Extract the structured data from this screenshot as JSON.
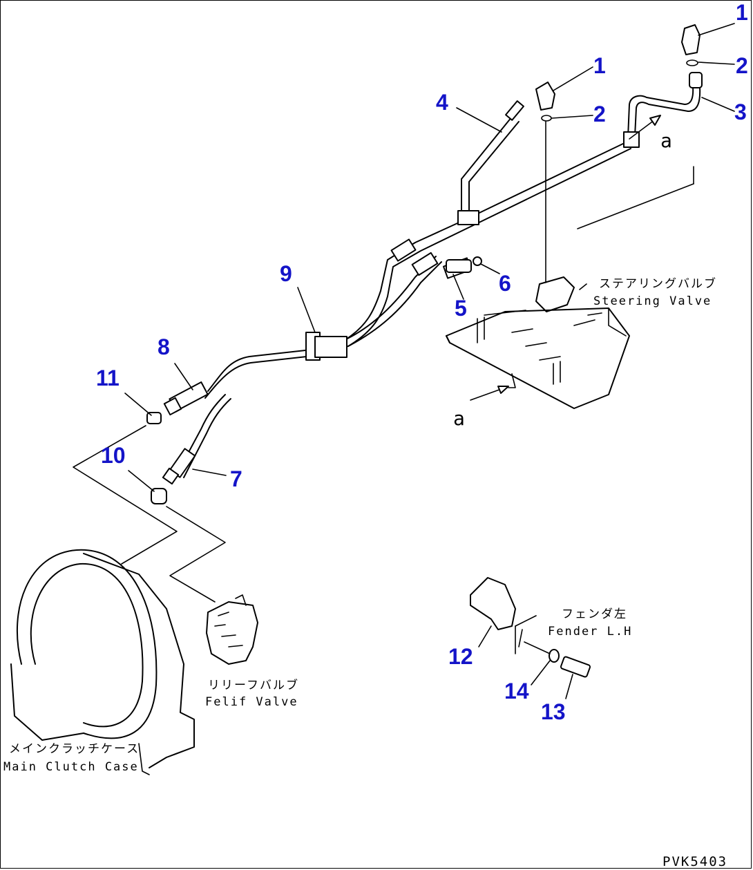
{
  "callouts": {
    "c1a": "1",
    "c2a": "2",
    "c3": "3",
    "c1b": "1",
    "c2b": "2",
    "c4": "4",
    "c5": "5",
    "c6": "6",
    "c7": "7",
    "c8": "8",
    "c9": "9",
    "c10": "10",
    "c11": "11",
    "c12": "12",
    "c13": "13",
    "c14": "14"
  },
  "labels": {
    "steering_valve_jp": "ステアリングバルブ",
    "steering_valve_en": "Steering Valve",
    "fender_jp": "フェンダ左",
    "fender_en": "Fender L.H",
    "relief_valve_jp": "リリーフバルブ",
    "relief_valve_en": "Felif Valve",
    "main_clutch_jp": "メインクラッチケース",
    "main_clutch_en": "Main Clutch Case"
  },
  "refs": {
    "a_top": "a",
    "a_bottom": "a"
  },
  "drawing_code": "PVK5403",
  "colors": {
    "callout": "#1414c8",
    "line": "#000000",
    "background": "#ffffff"
  }
}
